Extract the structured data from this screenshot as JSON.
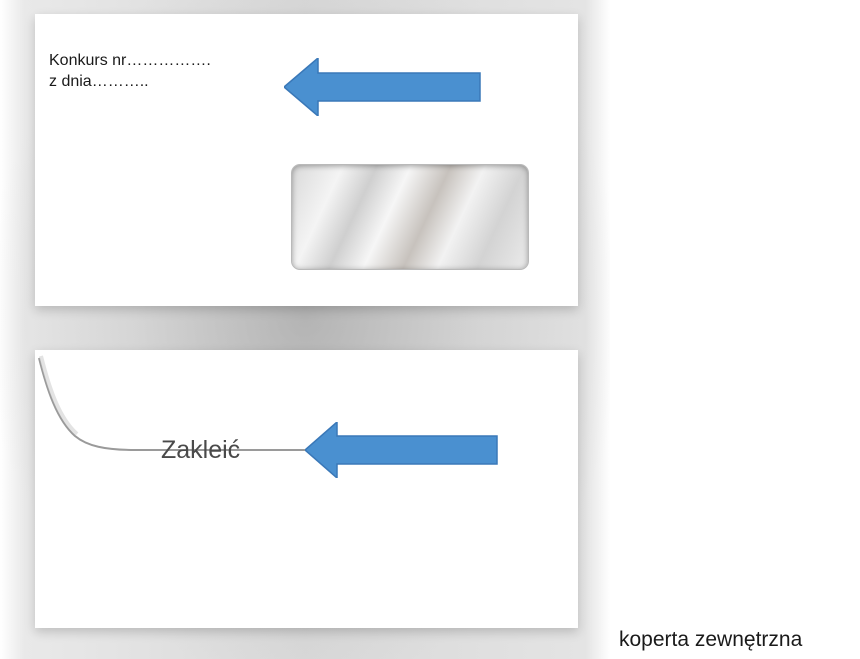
{
  "envelope_front": {
    "line1": "Konkurs nr…………….",
    "line2": "z dnia……….."
  },
  "envelope_back": {
    "label": "Zakleić"
  },
  "caption": "koperta zewnętrzna",
  "colors": {
    "arrow": "#4a90d0",
    "arrow_edge": "#3a78b8"
  },
  "icons": [
    "arrow-left-icon",
    "arrow-left-icon"
  ]
}
